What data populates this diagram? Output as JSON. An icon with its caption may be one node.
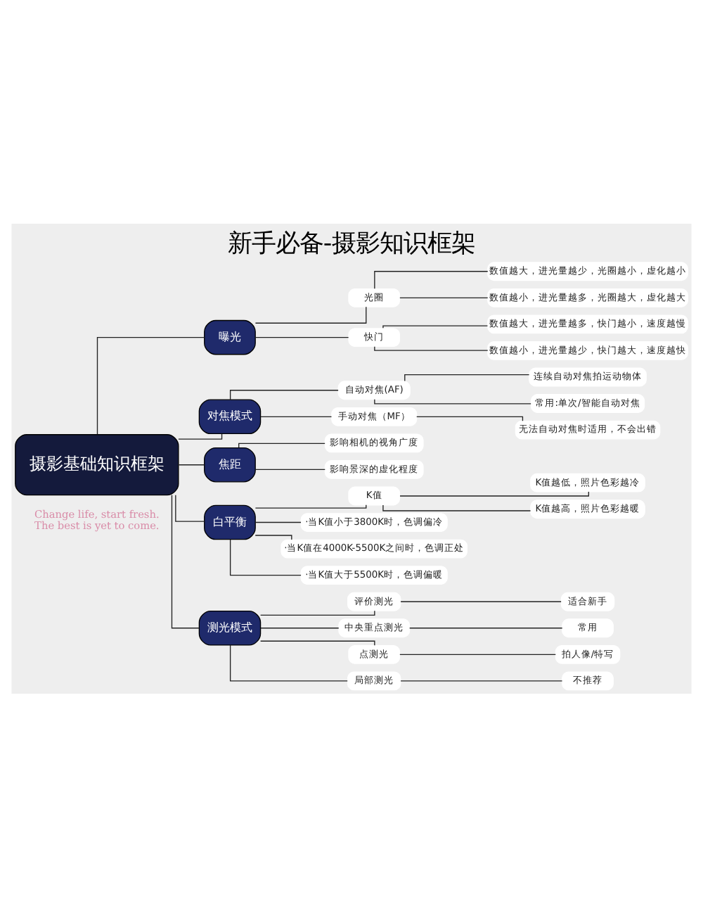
{
  "diagram": {
    "title": "新手必备-摄影知识框架",
    "nodes": [
      {
        "text": [
          "摄影基础知识框架"
        ]
      },
      {
        "text": [
          "曝光"
        ]
      },
      {
        "text": [
          "光圈"
        ]
      },
      {
        "text": [
          "数值越大，进光量越少，光圈越小，虚化越小"
        ]
      },
      {
        "text": [
          "数值越小，进光量越多，光圈越大，虚化越大"
        ]
      },
      {
        "text": [
          "快门"
        ]
      },
      {
        "text": [
          "数值越大，进光量越多，快门越小，速度越慢"
        ]
      },
      {
        "text": [
          "数值越小，进光量越少，快门越大，速度越快"
        ]
      },
      {
        "text": [
          "对焦模式"
        ]
      },
      {
        "text": [
          "自动对焦(AF)"
        ]
      },
      {
        "text": [
          "连续自动对焦拍运动物体"
        ]
      },
      {
        "text": [
          "常用:单次/智能自动对焦"
        ]
      },
      {
        "text": [
          "手动对焦（MF）"
        ]
      },
      {
        "text": [
          "无法自动对焦时适用，不会出错"
        ]
      },
      {
        "text": [
          "焦距"
        ]
      },
      {
        "text": [
          "影响相机的视角广度"
        ]
      },
      {
        "text": [
          "影响景深的虚化程度"
        ]
      },
      {
        "text": [
          "白平衡"
        ]
      },
      {
        "text": [
          "K值"
        ]
      },
      {
        "text": [
          "K值越低，照片色彩越冷"
        ]
      },
      {
        "text": [
          "K值越高，照片色彩越暖"
        ]
      },
      {
        "text": [
          "·当K值小于3800K时，色调偏冷"
        ]
      },
      {
        "text": [
          "·当K值在4000K-5500K之间时，色调正处"
        ]
      },
      {
        "text": [
          "·当K值大于5500K时，色调偏暖"
        ]
      },
      {
        "text": [
          "测光模式"
        ]
      },
      {
        "text": [
          "评价测光"
        ]
      },
      {
        "text": [
          "适合新手"
        ]
      },
      {
        "text": [
          "中央重点测光"
        ]
      },
      {
        "text": [
          "常用"
        ]
      },
      {
        "text": [
          "点测光"
        ]
      },
      {
        "text": [
          "拍人像/特写"
        ]
      },
      {
        "text": [
          "局部测光"
        ]
      },
      {
        "text": [
          "不推荐"
        ]
      }
    ],
    "edges": [
      {
        "from": 0,
        "to": 1,
        "arrow": "none"
      },
      {
        "from": 1,
        "to": 2,
        "arrow": "none"
      },
      {
        "from": 2,
        "to": 3,
        "arrow": "none"
      },
      {
        "from": 2,
        "to": 4,
        "arrow": "none"
      },
      {
        "from": 1,
        "to": 5,
        "arrow": "none"
      },
      {
        "from": 5,
        "to": 6,
        "arrow": "none"
      },
      {
        "from": 5,
        "to": 7,
        "arrow": "none"
      },
      {
        "from": 0,
        "to": 8,
        "arrow": "none"
      },
      {
        "from": 8,
        "to": 9,
        "arrow": "none"
      },
      {
        "from": 9,
        "to": 10,
        "arrow": "none"
      },
      {
        "from": 9,
        "to": 11,
        "arrow": "none"
      },
      {
        "from": 8,
        "to": 12,
        "arrow": "none"
      },
      {
        "from": 12,
        "to": 13,
        "arrow": "none"
      },
      {
        "from": 0,
        "to": 14,
        "arrow": "none"
      },
      {
        "from": 14,
        "to": 15,
        "arrow": "none"
      },
      {
        "from": 14,
        "to": 16,
        "arrow": "none"
      },
      {
        "from": 0,
        "to": 17,
        "arrow": "none"
      },
      {
        "from": 17,
        "to": 18,
        "arrow": "none"
      },
      {
        "from": 18,
        "to": 19,
        "arrow": "none"
      },
      {
        "from": 18,
        "to": 20,
        "arrow": "none"
      },
      {
        "from": 17,
        "to": 21,
        "arrow": "none"
      },
      {
        "from": 17,
        "to": 22,
        "arrow": "none"
      },
      {
        "from": 17,
        "to": 23,
        "arrow": "none"
      },
      {
        "from": 0,
        "to": 24,
        "arrow": "none"
      },
      {
        "from": 24,
        "to": 25,
        "arrow": "none"
      },
      {
        "from": 25,
        "to": 26,
        "arrow": "none"
      },
      {
        "from": 24,
        "to": 27,
        "arrow": "none"
      },
      {
        "from": 27,
        "to": 28,
        "arrow": "none"
      },
      {
        "from": 24,
        "to": 29,
        "arrow": "none"
      },
      {
        "from": 29,
        "to": 30,
        "arrow": "none"
      },
      {
        "from": 24,
        "to": 31,
        "arrow": "none"
      },
      {
        "from": 31,
        "to": 32,
        "arrow": "none"
      }
    ],
    "labels": [
      "Change life, start fresh.",
      "The best is yet to come."
    ]
  }
}
